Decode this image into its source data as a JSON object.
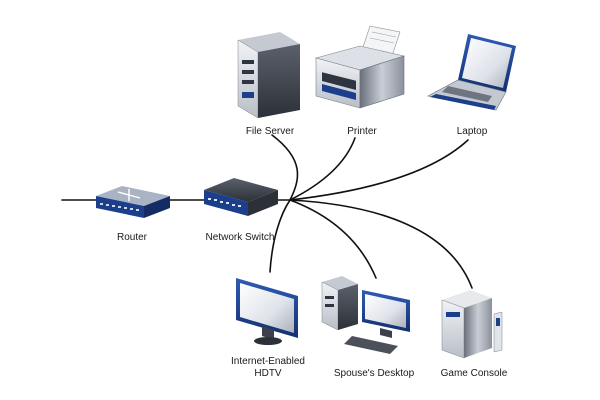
{
  "devices": {
    "file_server": {
      "label": "File Server",
      "icon": "server-tower-icon"
    },
    "printer": {
      "label": "Printer",
      "icon": "printer-icon"
    },
    "laptop": {
      "label": "Laptop",
      "icon": "laptop-icon"
    },
    "router": {
      "label": "Router",
      "icon": "router-icon"
    },
    "network_switch": {
      "label": "Network Switch",
      "icon": "network-switch-icon"
    },
    "hdtv": {
      "label_line1": "Internet-Enabled",
      "label_line2": "HDTV",
      "icon": "hdtv-icon"
    },
    "spouse_desktop": {
      "label": "Spouse's Desktop",
      "icon": "desktop-computer-icon"
    },
    "game_console": {
      "label": "Game Console",
      "icon": "game-console-icon"
    }
  },
  "colors": {
    "cable": "#111111",
    "accent_blue": "#1c3f8c",
    "device_gray_light": "#d9dce2",
    "device_gray_mid": "#9aa0aa",
    "device_gray_dark": "#4b505a"
  }
}
